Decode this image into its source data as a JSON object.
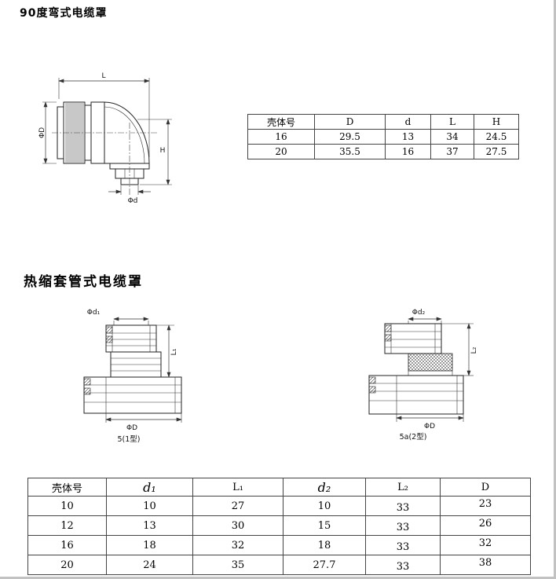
{
  "page": {
    "section1_title": "90度弯式电缆罩",
    "section2_title": "热缩套管式电缆罩"
  },
  "table1": {
    "headers": [
      "壳体号",
      "D",
      "d",
      "L",
      "H"
    ],
    "rows": [
      [
        "16",
        "29.5",
        "13",
        "34",
        "24.5"
      ],
      [
        "20",
        "35.5",
        "16",
        "37",
        "27.5"
      ]
    ]
  },
  "table2": {
    "headers": [
      "壳体号",
      "d₁",
      "L₁",
      "d₂",
      "L₂",
      "D"
    ],
    "rows": [
      [
        "10",
        "10",
        "27",
        "10",
        "33",
        "23"
      ],
      [
        "12",
        "13",
        "30",
        "15",
        "33",
        "26"
      ],
      [
        "16",
        "18",
        "32",
        "18",
        "33",
        "32"
      ],
      [
        "20",
        "24",
        "35",
        "27.7",
        "33",
        "38"
      ]
    ]
  },
  "drawing_elbow": {
    "dim_L": "L",
    "dim_phiD": "ΦD",
    "dim_H": "H",
    "dim_phid": "Φd"
  },
  "drawing_type1": {
    "dim_phid1": "Φd₁",
    "dim_L1": "L₁",
    "dim_phiD": "ΦD",
    "caption": "5(1型)"
  },
  "drawing_type2": {
    "dim_phid2": "Φd₂",
    "dim_L2": "L₂",
    "dim_phiD": "ΦD",
    "caption": "5a(2型)"
  }
}
